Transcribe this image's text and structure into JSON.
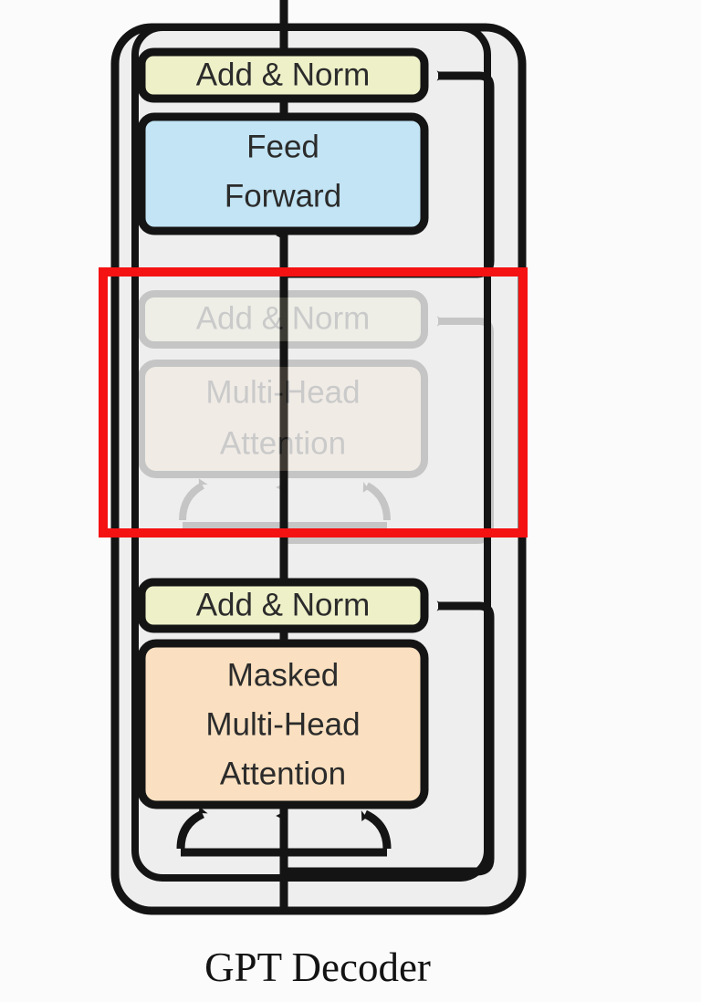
{
  "figure": {
    "caption": "GPT Decoder",
    "background_color": "#fbfbfb",
    "panel_color": "#eeeeee",
    "stroke_color": "#141414",
    "highlight_color": "#f41212"
  },
  "blocks": {
    "ffn_add_norm": {
      "label": "Add & Norm",
      "fill": "#eef0c8",
      "state": "active"
    },
    "feed_forward": {
      "line1": "Feed",
      "line2": "Forward",
      "fill": "#c2e4f4",
      "state": "active"
    },
    "cross_add_norm": {
      "label": "Add & Norm",
      "fill": "#eef0c8",
      "state": "removed"
    },
    "cross_attention": {
      "line1": "Multi-Head",
      "line2": "Attention",
      "fill": "#fae0c0",
      "state": "removed"
    },
    "masked_add_norm": {
      "label": "Add & Norm",
      "fill": "#eef0c8",
      "state": "active"
    },
    "masked_attention": {
      "line1": "Masked",
      "line2": "Multi-Head",
      "line3": "Attention",
      "fill": "#fae0c0",
      "state": "active"
    }
  },
  "annotation": {
    "highlight_box": {
      "name": "removed-cross-attention-highlight",
      "color": "#f41212",
      "stroke_width": 10
    }
  }
}
